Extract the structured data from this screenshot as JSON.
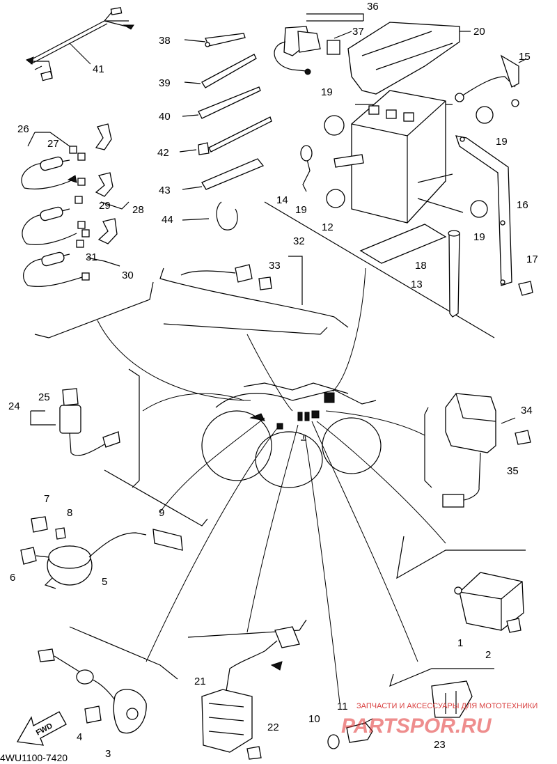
{
  "callouts": [
    "1",
    "2",
    "3",
    "4",
    "5",
    "6",
    "7",
    "8",
    "9",
    "10",
    "11",
    "12",
    "13",
    "14",
    "15",
    "16",
    "17",
    "18",
    "19",
    "20",
    "21",
    "22",
    "23",
    "24",
    "25",
    "26",
    "27",
    "28",
    "29",
    "30",
    "31",
    "32",
    "33",
    "34",
    "35",
    "36",
    "37",
    "38",
    "39",
    "40",
    "41",
    "42",
    "43",
    "44"
  ],
  "callout_19_extra": [
    "19",
    "19",
    "19"
  ],
  "footer": {
    "code": "4WU1100-7420"
  },
  "fwd_label": "FWD",
  "watermark": {
    "line1": "ЗАПЧАСТИ И АКСЕССУАРЫ ДЛЯ МОТОТЕХНИКИ",
    "line2": "PARTSPOR.RU"
  }
}
